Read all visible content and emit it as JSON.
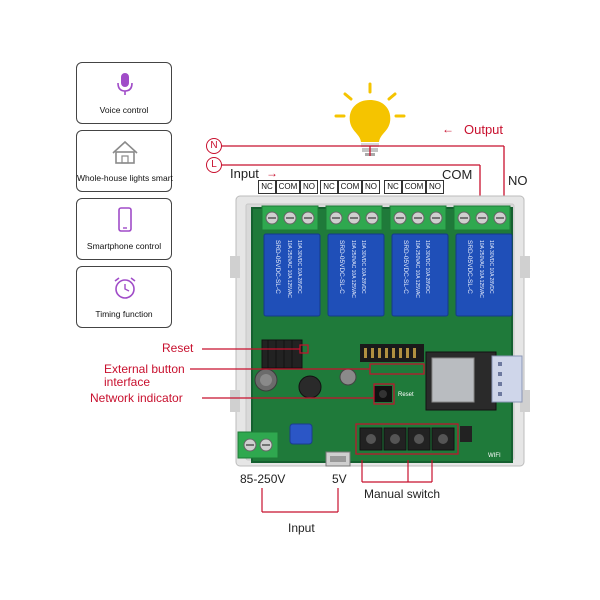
{
  "features": [
    {
      "label": "Voice control",
      "icon": "microphone-icon"
    },
    {
      "label": "Whole-house lights smart",
      "icon": "house-icon"
    },
    {
      "label": "Smartphone control",
      "icon": "smartphone-icon"
    },
    {
      "label": "Timing function",
      "icon": "alarm-clock-icon"
    }
  ],
  "wiring": {
    "n_symbol": "N",
    "l_symbol": "L",
    "output": "Output",
    "output_arrow": "←",
    "input_top": "Input",
    "input_arrow": "→",
    "com": "COM",
    "no": "NO"
  },
  "terminal_labels": [
    "NC",
    "COM",
    "NO",
    "NC",
    "COM",
    "NO",
    "NC",
    "COM",
    "NO"
  ],
  "callouts": {
    "reset": "Reset",
    "external_button": "External button",
    "interface": "interface",
    "network_indicator": "Network indicator",
    "v_ac": "85-250V",
    "v_dc": "5V",
    "manual_switch": "Manual switch",
    "input_bottom": "Input"
  },
  "board": {
    "relay_text_lines": [
      "SRD-05VDC-SL-C",
      "10A 250VAC 10A 125VAC",
      "10A 30VDC 10A 28VDC"
    ],
    "reset_silk": "Reset",
    "wifi_silk": "WIFI"
  },
  "colors": {
    "accent_red": "#c8102e",
    "bulb_yellow": "#f5c400",
    "pcb_green": "#1f7a3a",
    "relay_blue": "#1f4fb8",
    "terminal_green": "#2fa84f"
  }
}
